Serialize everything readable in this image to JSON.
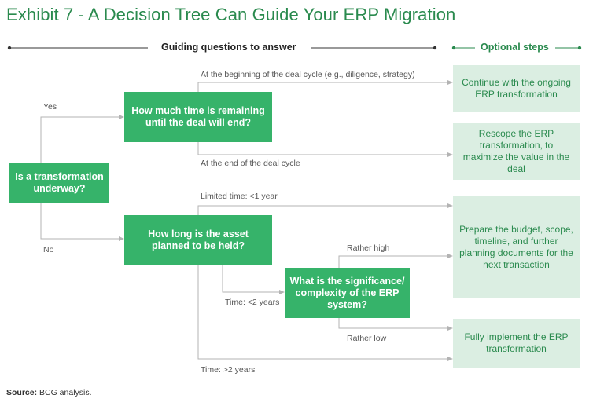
{
  "title": "Exhibit 7 - A Decision Tree Can Guide Your ERP Migration",
  "headers": {
    "questions": "Guiding questions to answer",
    "optional": "Optional steps"
  },
  "questions": {
    "q1": "Is a transformation underway?",
    "q2": "How much time is remaining until the deal will end?",
    "q3": "How long is the asset planned to be held?",
    "q4": "What is the significance/ complexity of the ERP system?"
  },
  "labels": {
    "yes": "Yes",
    "no": "No",
    "beginning": "At the beginning of the deal cycle (e.g., diligence, strategy)",
    "end": "At the end of the deal cycle",
    "limited": "Limited time: <1 year",
    "lt2": "Time: <2 years",
    "gt2": "Time: >2 years",
    "high": "Rather high",
    "low": "Rather low"
  },
  "steps": {
    "s1": "Continue with the ongoing ERP transformation",
    "s2": "Rescope the ERP transformation, to maximize the value in the deal",
    "s3": "Prepare the budget, scope, timeline, and further planning documents for the next transaction",
    "s4": "Fully implement the ERP transformation"
  },
  "source": {
    "label": "Source:",
    "text": " BCG analysis."
  },
  "colors": {
    "title": "#2a8a4e",
    "question_box": "#36b36a",
    "step_box": "#dbeee2",
    "connector": "#b3b3b3"
  }
}
